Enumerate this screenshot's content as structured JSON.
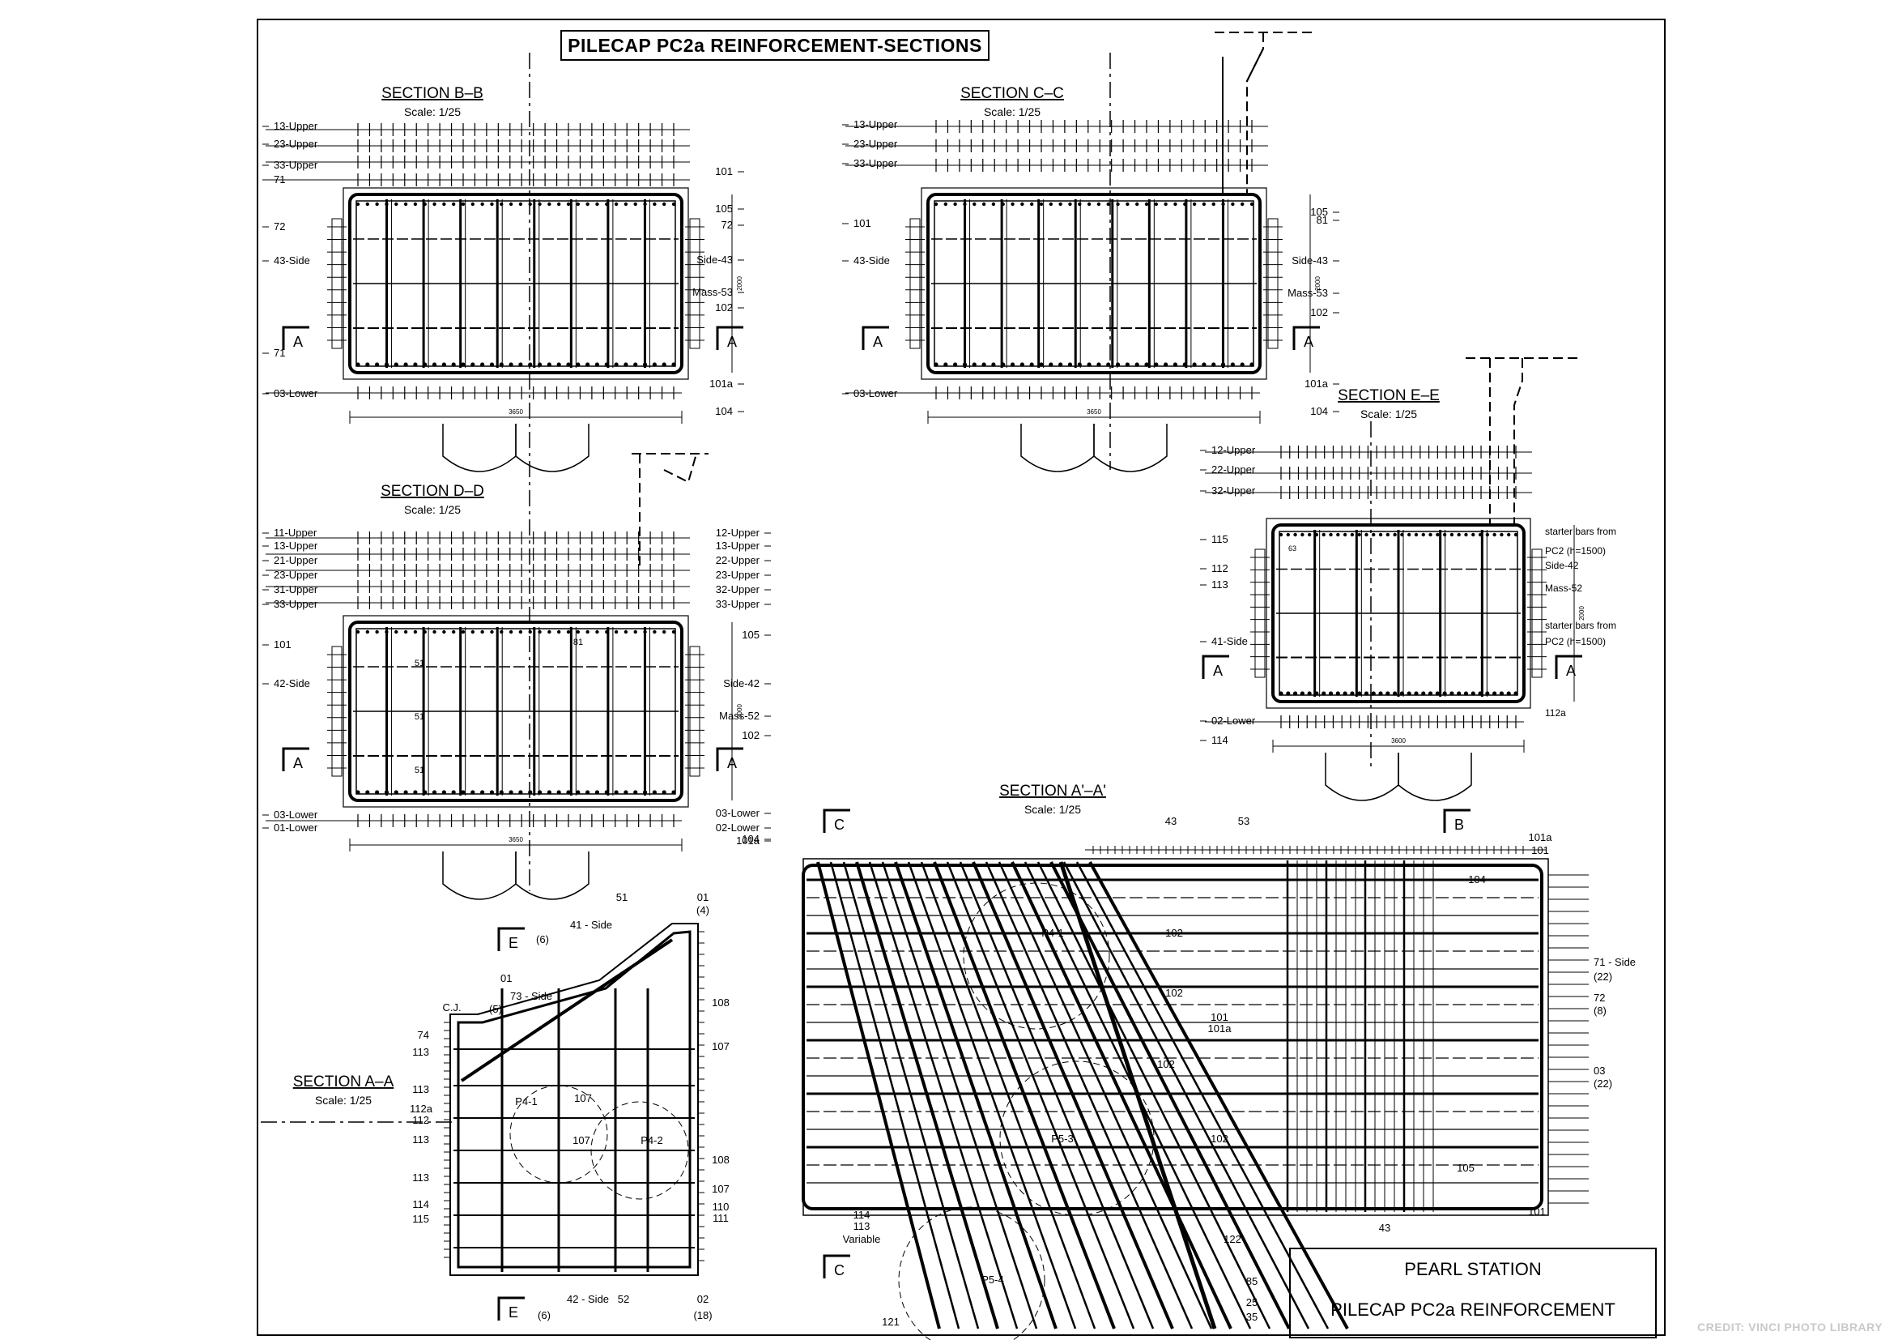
{
  "drawing_title": "PILECAP PC2a REINFORCEMENT-SECTIONS",
  "title_block": {
    "line1": "PEARL STATION",
    "line2": "PILECAP PC2a REINFORCEMENT"
  },
  "credit": "CREDIT: VINCI PHOTO LIBRARY",
  "sections": {
    "bb": {
      "title": "SECTION B–B",
      "scale": "Scale: 1/25",
      "left_labels": [
        "13-Upper",
        "23-Upper",
        "33-Upper",
        "71",
        "72",
        "43-Side",
        "71",
        "03-Lower"
      ],
      "right_labels": [
        "101",
        "105",
        "72",
        "Side-43",
        "Mass-53",
        "102",
        "101a",
        "104"
      ],
      "dim": "3650",
      "dim_v": "2000"
    },
    "cc": {
      "title": "SECTION C–C",
      "scale": "Scale: 1/25",
      "left_labels": [
        "13-Upper",
        "23-Upper",
        "33-Upper",
        "101",
        "43-Side",
        "03-Lower"
      ],
      "right_labels": [
        "105",
        "Side-43",
        "Mass-53",
        "102",
        "101a",
        "104",
        "81"
      ],
      "dim": "3650",
      "dim_v": "2000"
    },
    "dd": {
      "title": "SECTION D–D",
      "scale": "Scale: 1/25",
      "left_labels": [
        "11-Upper",
        "13-Upper",
        "21-Upper",
        "23-Upper",
        "31-Upper",
        "33-Upper",
        "101",
        "42-Side",
        "03-Lower",
        "01-Lower"
      ],
      "right_labels": [
        "12-Upper",
        "13-Upper",
        "22-Upper",
        "23-Upper",
        "32-Upper",
        "33-Upper",
        "105",
        "Side-42",
        "Mass-52",
        "102",
        "03-Lower",
        "02-Lower",
        "101a",
        "104"
      ],
      "inner": [
        "51",
        "51",
        "51",
        "81"
      ],
      "dim": "3650",
      "dim_v": "2000"
    },
    "ee": {
      "title": "SECTION E–E",
      "scale": "Scale: 1/25",
      "left_labels": [
        "12-Upper",
        "22-Upper",
        "32-Upper",
        "115",
        "112",
        "113",
        "41-Side",
        "02-Lower",
        "114"
      ],
      "right_labels": [
        "starter bars from",
        "PC2 (h=1500)",
        "Side-42",
        "Mass-52",
        "starter bars from",
        "PC2 (h=1500)",
        "112a"
      ],
      "inner": [
        "63"
      ],
      "dim": "3600",
      "dim_v": "2000"
    },
    "aa": {
      "title": "SECTION A–A",
      "scale": "Scale: 1/25",
      "labels": [
        "51",
        "01",
        "(4)",
        "41 - Side",
        "(6)",
        "01",
        "73 - Side",
        "(5)",
        "C.J.",
        "74",
        "113",
        "113",
        "112a",
        "112",
        "113",
        "113",
        "114",
        "115",
        "108",
        "107",
        "108",
        "107",
        "110",
        "111",
        "42 - Side",
        "(6)",
        "52",
        "02",
        "(18)",
        "P4-1",
        "P4-2",
        "107",
        "107"
      ]
    },
    "a_prime": {
      "title": "SECTION A'–A'",
      "scale": "Scale: 1/25",
      "labels": [
        "43",
        "53",
        "101a",
        "101",
        "104",
        "102",
        "102",
        "102",
        "102",
        "101",
        "101a",
        "105",
        "71 - Side",
        "(22)",
        "72",
        "(8)",
        "03",
        "(22)",
        "122",
        "114",
        "113",
        "Variable",
        "121",
        "85",
        "25",
        "35",
        "43",
        "101",
        "P5-3",
        "P5-4",
        "P4-1"
      ]
    }
  },
  "markers": {
    "a": "A",
    "b": "B",
    "c": "C",
    "e": "E"
  }
}
